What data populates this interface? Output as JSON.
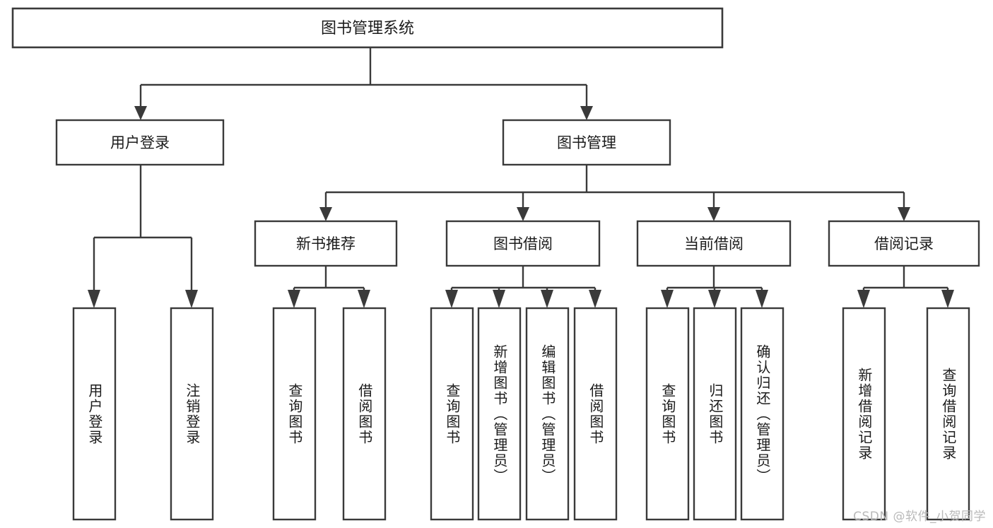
{
  "diagram": {
    "title": "图书管理系统",
    "type": "hierarchy-tree",
    "background_color": "#ffffff",
    "line_color": "#3a3a3a",
    "text_color": "#1b1b1b"
  },
  "nodes": {
    "root": {
      "label": "图书管理系统"
    },
    "level1": [
      {
        "label": "用户登录"
      },
      {
        "label": "图书管理"
      }
    ],
    "level2": [
      {
        "label": "新书推荐"
      },
      {
        "label": "图书借阅"
      },
      {
        "label": "当前借阅"
      },
      {
        "label": "借阅记录"
      }
    ],
    "leaves": {
      "user_login": [
        {
          "label": "用户登录"
        },
        {
          "label": "注销登录"
        }
      ],
      "new_book": [
        {
          "label": "查询图书"
        },
        {
          "label": "借阅图书"
        }
      ],
      "book_borrow": [
        {
          "label": "查询图书"
        },
        {
          "label": "新增图书（管理员）"
        },
        {
          "label": "编辑图书（管理员）"
        },
        {
          "label": "借阅图书"
        }
      ],
      "current_borrow": [
        {
          "label": "查询图书"
        },
        {
          "label": "归还图书"
        },
        {
          "label": "确认归还（管理员）"
        }
      ],
      "borrow_record": [
        {
          "label": "新增借阅记录"
        },
        {
          "label": "查询借阅记录"
        }
      ]
    }
  },
  "watermark": {
    "text": "CSDN @软件_小贺同学",
    "color": "#b9b9b9"
  }
}
